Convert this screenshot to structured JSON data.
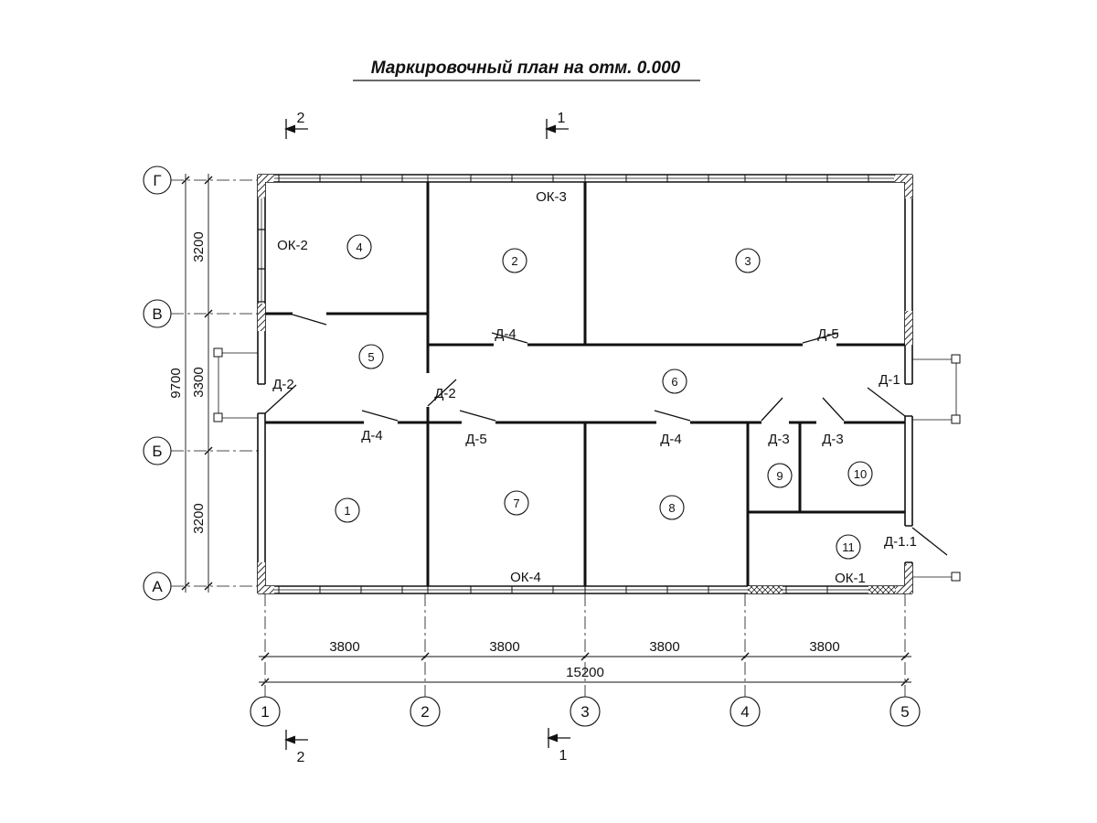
{
  "title": "Маркировочный план на отм. 0.000",
  "axes": {
    "rows": [
      "Г",
      "В",
      "Б",
      "А"
    ],
    "cols": [
      "1",
      "2",
      "3",
      "4",
      "5"
    ]
  },
  "dims": {
    "v1": "3200",
    "v2": "3300",
    "v3": "3200",
    "v_total": "9700",
    "h1": "3800",
    "h2": "3800",
    "h3": "3800",
    "h4": "3800",
    "h_total": "15200"
  },
  "sections": {
    "s1": "1",
    "s2": "2"
  },
  "rooms": [
    "1",
    "2",
    "3",
    "4",
    "5",
    "6",
    "7",
    "8",
    "9",
    "10",
    "11"
  ],
  "marks": {
    "ok1": "ОК-1",
    "ok2": "ОК-2",
    "ok3": "ОК-3",
    "ok4": "ОК-4",
    "d1": "Д-1",
    "d11": "Д-1.1",
    "d2": "Д-2",
    "d3": "Д-3",
    "d4": "Д-4",
    "d5": "Д-5"
  }
}
